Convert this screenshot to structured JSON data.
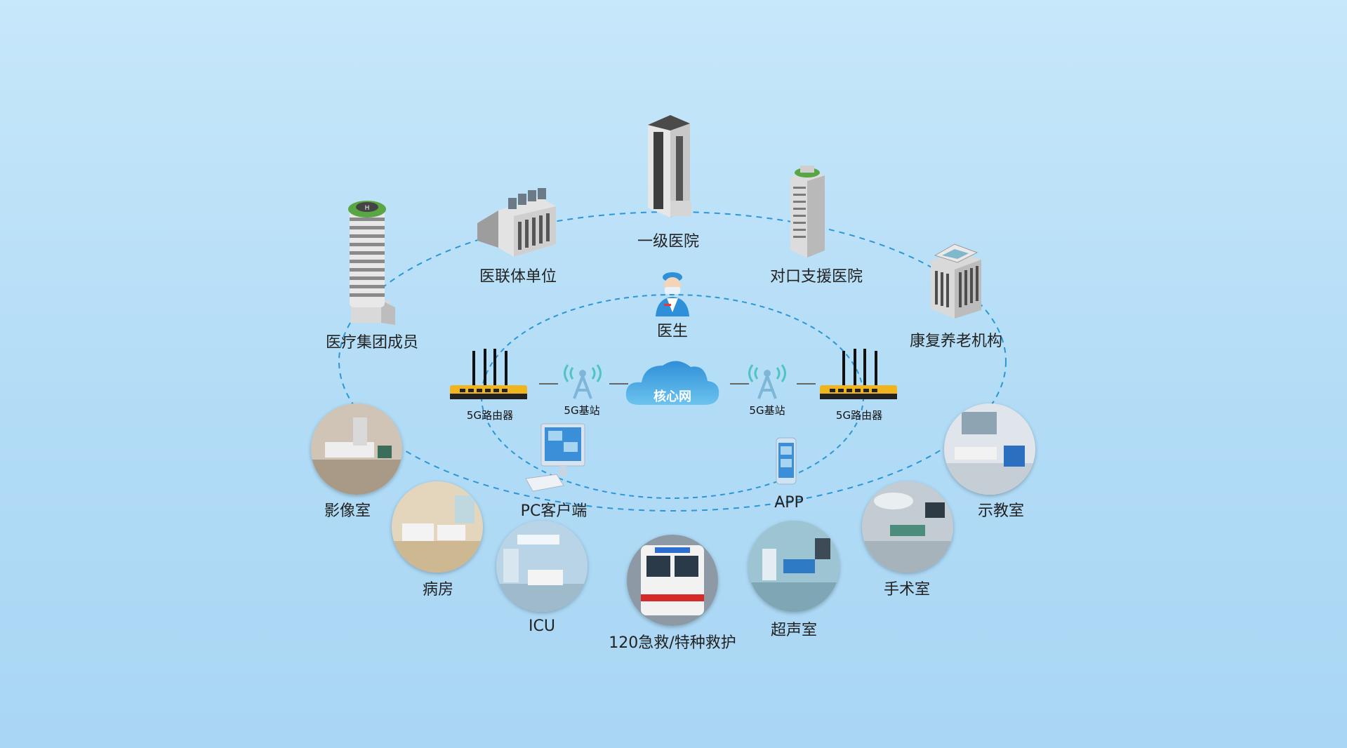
{
  "center": {
    "core_network": "核心网"
  },
  "doctor": {
    "label": "医生",
    "icon": "doctor-icon"
  },
  "network": {
    "router_left": "5G路由器",
    "router_right": "5G路由器",
    "base_station_left": "5G基站",
    "base_station_right": "5G基站"
  },
  "terminals": {
    "pc": "PC客户端",
    "app": "APP"
  },
  "institutions": {
    "group_member": "医疗集团成员",
    "alliance_unit": "医联体单位",
    "primary_hospital": "一级医院",
    "support_hospital": "对口支援医院",
    "rehab": "康复养老机构"
  },
  "departments": {
    "imaging": "影像室",
    "ward": "病房",
    "icu": "ICU",
    "ambulance": "120急救/特种救护",
    "ultrasound": "超声室",
    "surgery": "手术室",
    "teaching": "示教室"
  },
  "colors": {
    "background": "#b8def7",
    "dashed_line": "#2b97d6",
    "cloud": "#2f9be0",
    "router": "#f0b41e"
  }
}
